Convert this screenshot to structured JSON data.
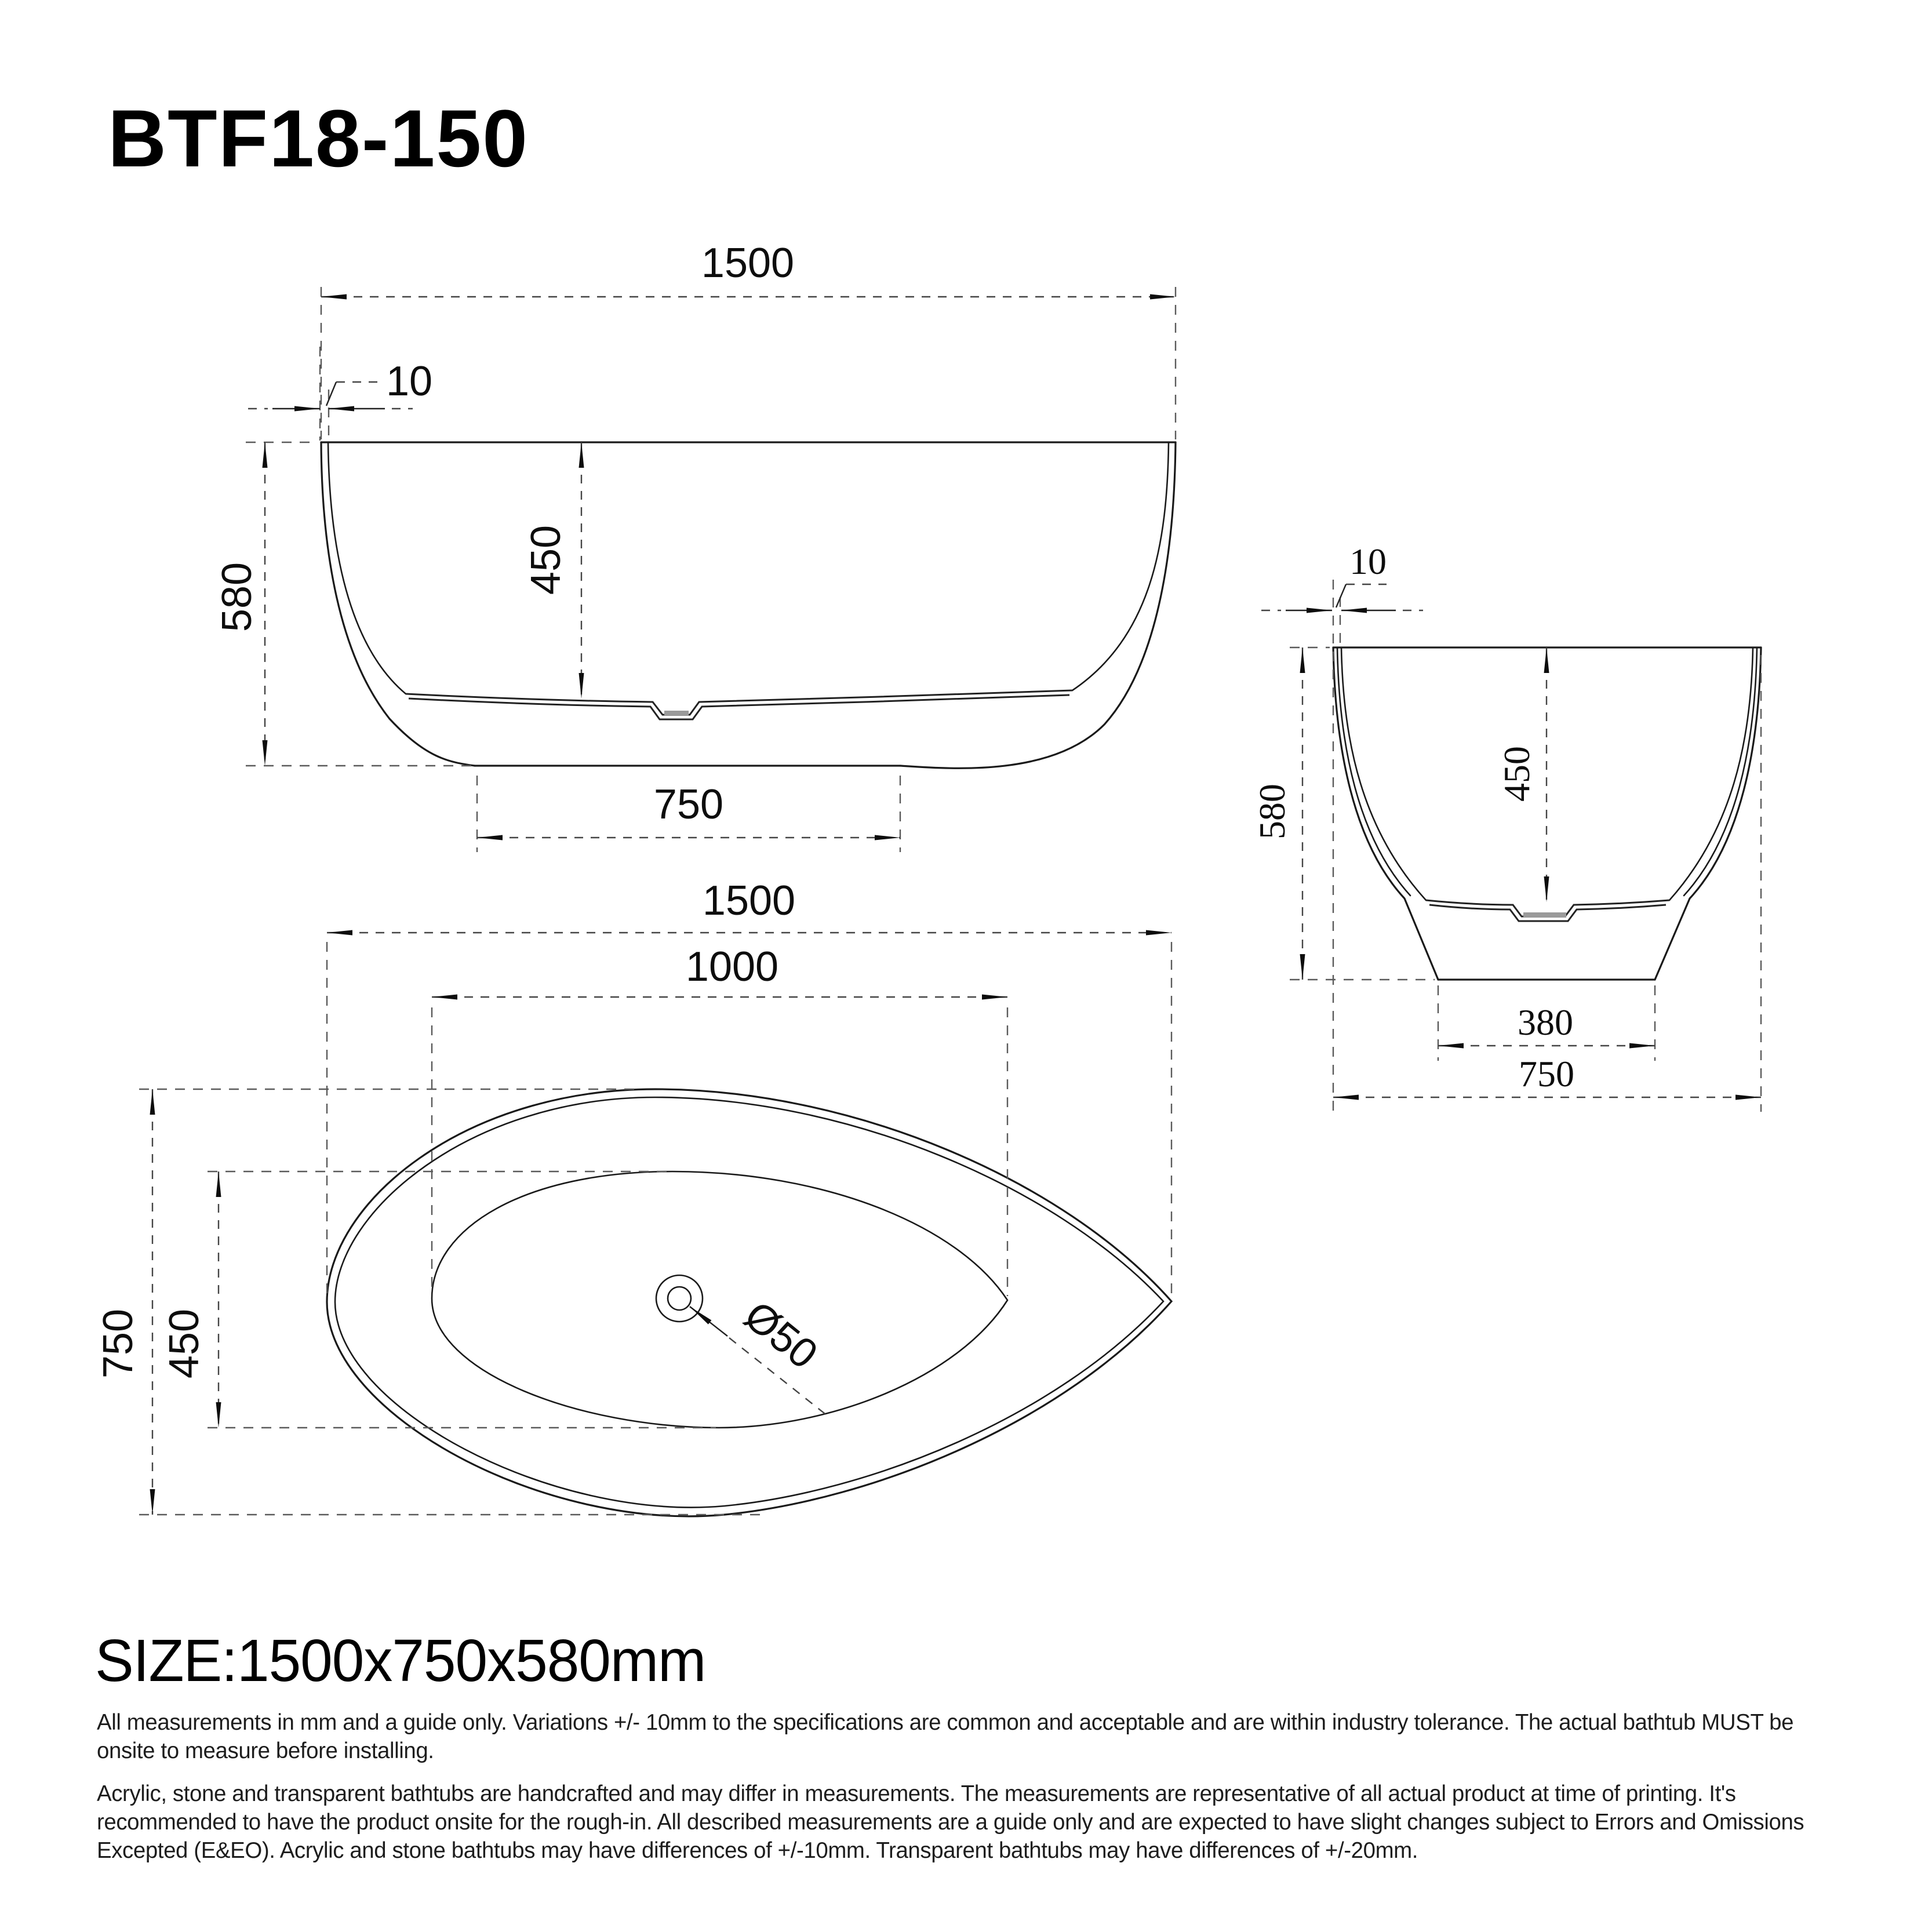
{
  "title": "BTF18-150",
  "size_label": "SIZE:1500x750x580mm",
  "front_view": {
    "overall_width": "1500",
    "wall_thickness": "10",
    "overall_height": "580",
    "inner_depth": "450",
    "base_width": "750"
  },
  "side_view": {
    "wall_thickness": "10",
    "overall_height": "580",
    "inner_depth": "450",
    "base_width": "380",
    "overall_width": "750"
  },
  "top_view": {
    "overall_length": "1500",
    "inner_length": "1000",
    "overall_width": "750",
    "inner_width": "450",
    "drain_diameter": "Ø50"
  },
  "notes": {
    "para1_lines": [
      "All measurements in mm and a guide only. Variations +/- 10mm to the specifications are common and acceptable and are within industry tolerance. The actual bathtub MUST be",
      "onsite to measure before installing."
    ],
    "para2_lines": [
      "Acrylic, stone and transparent bathtubs are handcrafted and may differ in measurements. The measurements are representative of all actual product at time of printing. It's",
      "recommended to have the product onsite for the rough-in. All described measurements are a guide only and are expected to have slight changes subject to Errors and Omissions",
      "Excepted (E&EO). Acrylic and stone bathtubs may have differences of +/-10mm. Transparent bathtubs may have differences of +/-20mm."
    ]
  }
}
